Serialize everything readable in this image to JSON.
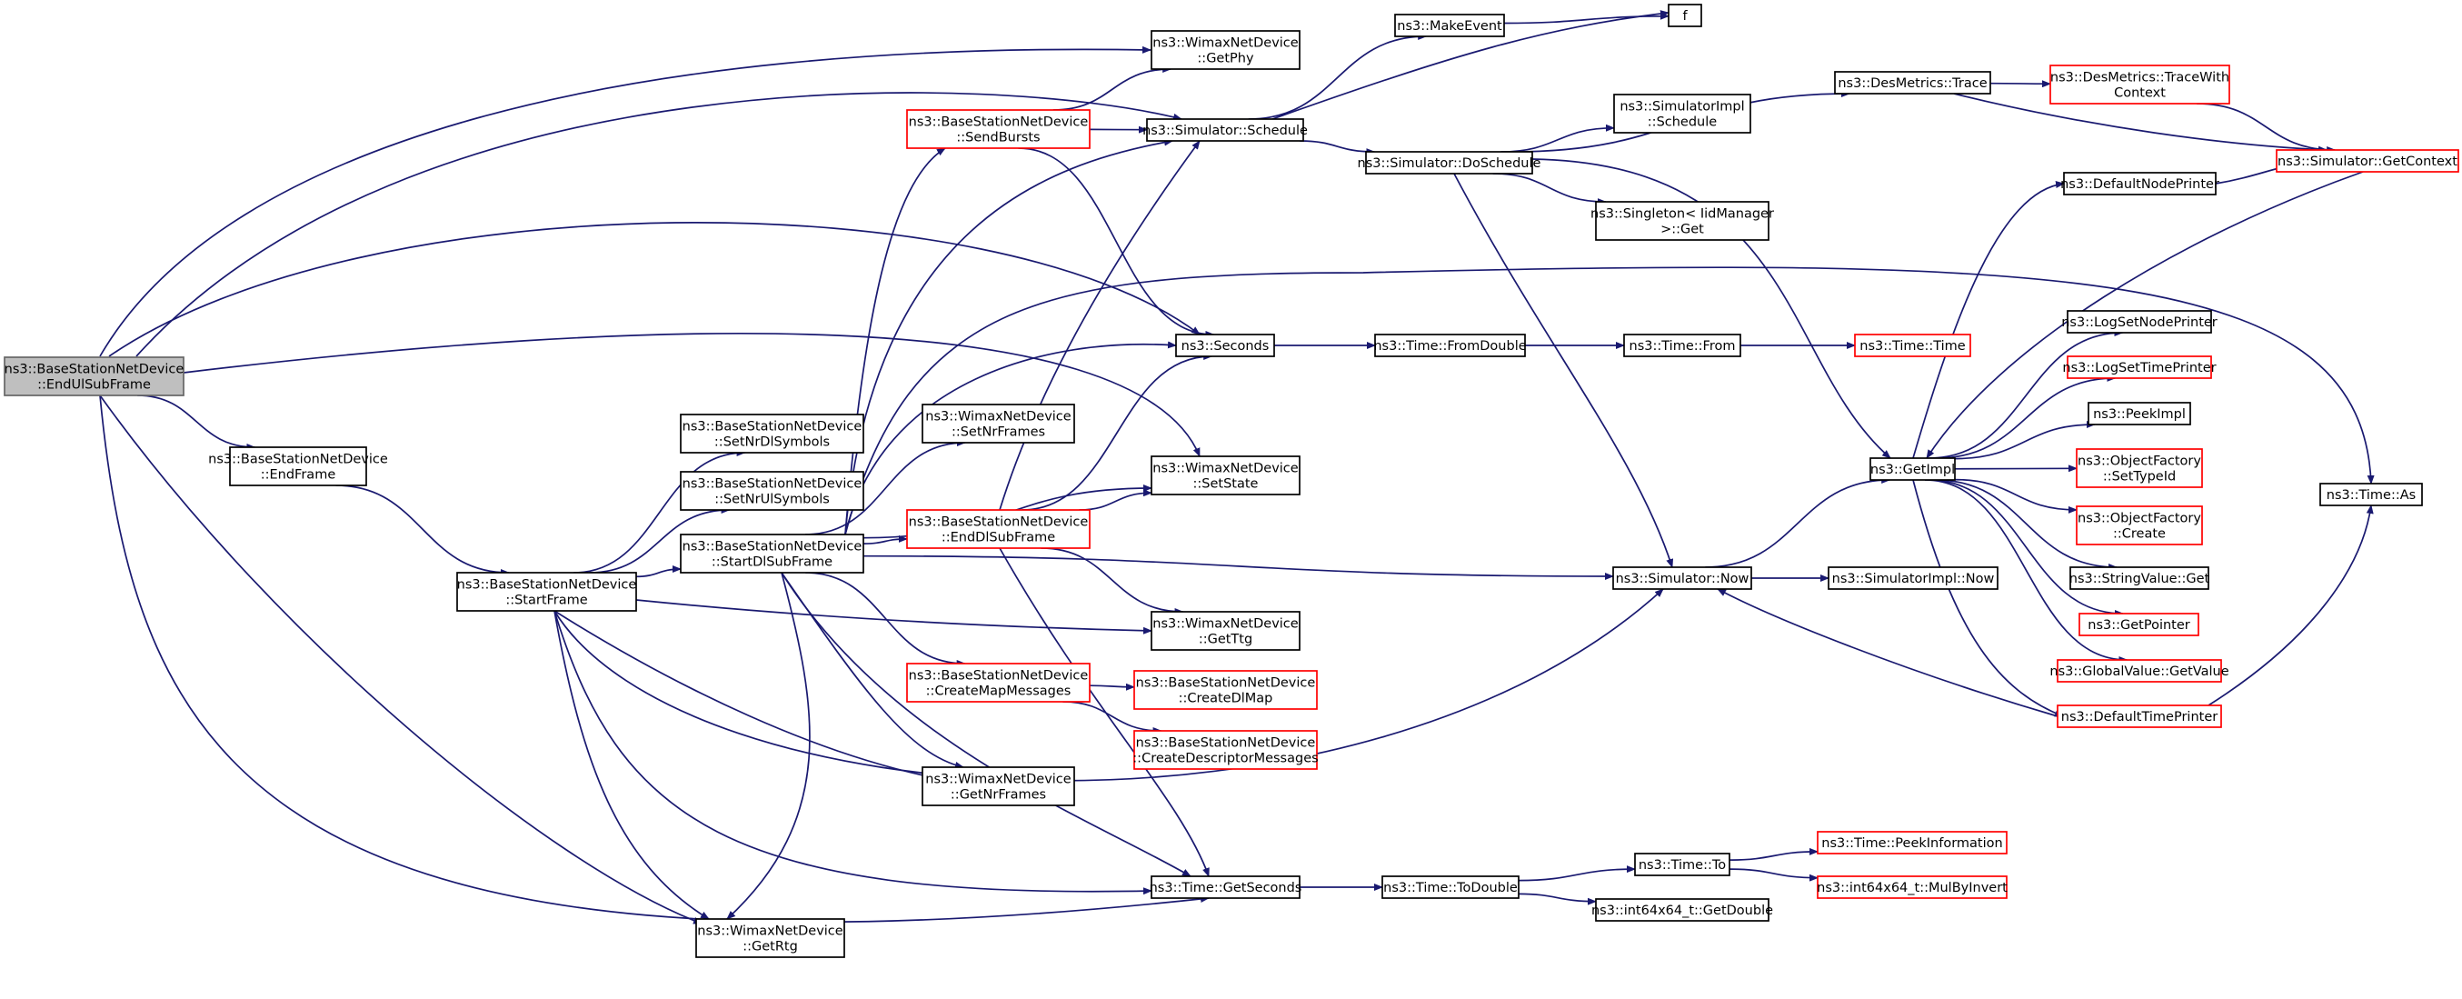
{
  "diagram": {
    "colors": {
      "background": "#ffffff",
      "edge": "#191970",
      "normal_border": "#000000",
      "truncated_border": "#ff0000",
      "root_fill": "#bfbfbf",
      "root_border": "#666666"
    },
    "nodes": [
      {
        "id": "root",
        "lines": [
          "ns3::BaseStationNetDevice",
          "::EndUlSubFrame"
        ],
        "style": "root"
      },
      {
        "id": "endframe",
        "lines": [
          "ns3::BaseStationNetDevice",
          "::EndFrame"
        ],
        "style": "normal"
      },
      {
        "id": "startframe",
        "lines": [
          "ns3::BaseStationNetDevice",
          "::StartFrame"
        ],
        "style": "normal"
      },
      {
        "id": "setnrdl",
        "lines": [
          "ns3::BaseStationNetDevice",
          "::SetNrDlSymbols"
        ],
        "style": "normal"
      },
      {
        "id": "setnrul",
        "lines": [
          "ns3::BaseStationNetDevice",
          "::SetNrUlSymbols"
        ],
        "style": "normal"
      },
      {
        "id": "startdl",
        "lines": [
          "ns3::BaseStationNetDevice",
          "::StartDlSubFrame"
        ],
        "style": "normal"
      },
      {
        "id": "getrtg",
        "lines": [
          "ns3::WimaxNetDevice",
          "::GetRtg"
        ],
        "style": "normal"
      },
      {
        "id": "sendbursts",
        "lines": [
          "ns3::BaseStationNetDevice",
          "::SendBursts"
        ],
        "style": "truncated"
      },
      {
        "id": "setnrframes",
        "lines": [
          "ns3::WimaxNetDevice",
          "::SetNrFrames"
        ],
        "style": "normal"
      },
      {
        "id": "enddl",
        "lines": [
          "ns3::BaseStationNetDevice",
          "::EndDlSubFrame"
        ],
        "style": "truncated"
      },
      {
        "id": "createmap",
        "lines": [
          "ns3::BaseStationNetDevice",
          "::CreateMapMessages"
        ],
        "style": "truncated"
      },
      {
        "id": "getnrframes",
        "lines": [
          "ns3::WimaxNetDevice",
          "::GetNrFrames"
        ],
        "style": "normal"
      },
      {
        "id": "getphy",
        "lines": [
          "ns3::WimaxNetDevice",
          "::GetPhy"
        ],
        "style": "normal"
      },
      {
        "id": "schedule",
        "lines": [
          "ns3::Simulator::Schedule"
        ],
        "style": "normal"
      },
      {
        "id": "seconds",
        "lines": [
          "ns3::Seconds"
        ],
        "style": "normal"
      },
      {
        "id": "setstate",
        "lines": [
          "ns3::WimaxNetDevice",
          "::SetState"
        ],
        "style": "normal"
      },
      {
        "id": "getttg",
        "lines": [
          "ns3::WimaxNetDevice",
          "::GetTtg"
        ],
        "style": "normal"
      },
      {
        "id": "createdlmap",
        "lines": [
          "ns3::BaseStationNetDevice",
          "::CreateDlMap"
        ],
        "style": "truncated"
      },
      {
        "id": "createdesc",
        "lines": [
          "ns3::BaseStationNetDevice",
          "::CreateDescriptorMessages"
        ],
        "style": "truncated"
      },
      {
        "id": "getseconds",
        "lines": [
          "ns3::Time::GetSeconds"
        ],
        "style": "normal"
      },
      {
        "id": "makeevent",
        "lines": [
          "ns3::MakeEvent"
        ],
        "style": "normal"
      },
      {
        "id": "f",
        "lines": [
          "f"
        ],
        "style": "normal"
      },
      {
        "id": "doschedule",
        "lines": [
          "ns3::Simulator::DoSchedule"
        ],
        "style": "normal"
      },
      {
        "id": "fromdouble",
        "lines": [
          "ns3::Time::FromDouble"
        ],
        "style": "normal"
      },
      {
        "id": "todouble",
        "lines": [
          "ns3::Time::ToDouble"
        ],
        "style": "normal"
      },
      {
        "id": "simimplsched",
        "lines": [
          "ns3::SimulatorImpl",
          "::Schedule"
        ],
        "style": "normal"
      },
      {
        "id": "singleton",
        "lines": [
          "ns3::Singleton< IidManager",
          " >::Get"
        ],
        "style": "normal"
      },
      {
        "id": "now",
        "lines": [
          "ns3::Simulator::Now"
        ],
        "style": "normal"
      },
      {
        "id": "timefrom",
        "lines": [
          "ns3::Time::From"
        ],
        "style": "normal"
      },
      {
        "id": "timeto",
        "lines": [
          "ns3::Time::To"
        ],
        "style": "normal"
      },
      {
        "id": "getdouble",
        "lines": [
          "ns3::int64x64_t::GetDouble"
        ],
        "style": "normal"
      },
      {
        "id": "desmetrics",
        "lines": [
          "ns3::DesMetrics::Trace"
        ],
        "style": "normal"
      },
      {
        "id": "timetime",
        "lines": [
          "ns3::Time::Time"
        ],
        "style": "truncated"
      },
      {
        "id": "getimpl",
        "lines": [
          "ns3::GetImpl"
        ],
        "style": "normal"
      },
      {
        "id": "simimplnow",
        "lines": [
          "ns3::SimulatorImpl::Now"
        ],
        "style": "normal"
      },
      {
        "id": "peekinfo",
        "lines": [
          "ns3::Time::PeekInformation"
        ],
        "style": "truncated"
      },
      {
        "id": "mulbyinvert",
        "lines": [
          "ns3::int64x64_t::MulByInvert"
        ],
        "style": "truncated"
      },
      {
        "id": "tracewith",
        "lines": [
          "ns3::DesMetrics::TraceWith",
          "Context"
        ],
        "style": "truncated"
      },
      {
        "id": "defnodeprinter",
        "lines": [
          "ns3::DefaultNodePrinter"
        ],
        "style": "normal"
      },
      {
        "id": "logsetnode",
        "lines": [
          "ns3::LogSetNodePrinter"
        ],
        "style": "normal"
      },
      {
        "id": "logsettime",
        "lines": [
          "ns3::LogSetTimePrinter"
        ],
        "style": "truncated"
      },
      {
        "id": "peekimpl",
        "lines": [
          "ns3::PeekImpl"
        ],
        "style": "normal"
      },
      {
        "id": "settypeid",
        "lines": [
          "ns3::ObjectFactory",
          "::SetTypeId"
        ],
        "style": "truncated"
      },
      {
        "id": "ofcreate",
        "lines": [
          "ns3::ObjectFactory",
          "::Create"
        ],
        "style": "truncated"
      },
      {
        "id": "strget",
        "lines": [
          "ns3::StringValue::Get"
        ],
        "style": "normal"
      },
      {
        "id": "getpointer",
        "lines": [
          "ns3::GetPointer"
        ],
        "style": "truncated"
      },
      {
        "id": "gvget",
        "lines": [
          "ns3::GlobalValue::GetValue"
        ],
        "style": "truncated"
      },
      {
        "id": "deftimeprinter",
        "lines": [
          "ns3::DefaultTimePrinter"
        ],
        "style": "truncated"
      },
      {
        "id": "getcontext",
        "lines": [
          "ns3::Simulator::GetContext"
        ],
        "style": "truncated"
      },
      {
        "id": "timeas",
        "lines": [
          "ns3::Time::As"
        ],
        "style": "normal"
      }
    ],
    "edges": [
      [
        "root",
        "endframe"
      ],
      [
        "root",
        "getphy"
      ],
      [
        "root",
        "schedule"
      ],
      [
        "root",
        "seconds"
      ],
      [
        "root",
        "setstate"
      ],
      [
        "root",
        "getrtg"
      ],
      [
        "root",
        "getseconds"
      ],
      [
        "endframe",
        "startframe"
      ],
      [
        "startframe",
        "setnrdl"
      ],
      [
        "startframe",
        "setnrul"
      ],
      [
        "startframe",
        "startdl"
      ],
      [
        "startframe",
        "getttg"
      ],
      [
        "startframe",
        "getnrframes"
      ],
      [
        "startframe",
        "now"
      ],
      [
        "startframe",
        "getseconds"
      ],
      [
        "startframe",
        "getrtg"
      ],
      [
        "startdl",
        "sendbursts"
      ],
      [
        "startdl",
        "schedule"
      ],
      [
        "startdl",
        "seconds"
      ],
      [
        "startdl",
        "setnrframes"
      ],
      [
        "startdl",
        "setstate"
      ],
      [
        "startdl",
        "enddl"
      ],
      [
        "startdl",
        "createmap"
      ],
      [
        "startdl",
        "getnrframes"
      ],
      [
        "startdl",
        "now"
      ],
      [
        "startdl",
        "getseconds"
      ],
      [
        "startdl",
        "timeas"
      ],
      [
        "startdl",
        "getrtg"
      ],
      [
        "sendbursts",
        "getphy"
      ],
      [
        "sendbursts",
        "schedule"
      ],
      [
        "sendbursts",
        "seconds"
      ],
      [
        "enddl",
        "schedule"
      ],
      [
        "enddl",
        "seconds"
      ],
      [
        "enddl",
        "setstate"
      ],
      [
        "enddl",
        "getttg"
      ],
      [
        "enddl",
        "getseconds"
      ],
      [
        "createmap",
        "createdlmap"
      ],
      [
        "createmap",
        "createdesc"
      ],
      [
        "schedule",
        "makeevent"
      ],
      [
        "schedule",
        "f"
      ],
      [
        "schedule",
        "doschedule"
      ],
      [
        "makeevent",
        "f"
      ],
      [
        "seconds",
        "fromdouble"
      ],
      [
        "fromdouble",
        "timefrom"
      ],
      [
        "timefrom",
        "timetime"
      ],
      [
        "getseconds",
        "todouble"
      ],
      [
        "todouble",
        "timeto"
      ],
      [
        "todouble",
        "getdouble"
      ],
      [
        "timeto",
        "peekinfo"
      ],
      [
        "timeto",
        "mulbyinvert"
      ],
      [
        "doschedule",
        "desmetrics"
      ],
      [
        "doschedule",
        "simimplsched"
      ],
      [
        "doschedule",
        "singleton"
      ],
      [
        "doschedule",
        "now"
      ],
      [
        "doschedule",
        "getimpl"
      ],
      [
        "desmetrics",
        "tracewith"
      ],
      [
        "desmetrics",
        "getcontext"
      ],
      [
        "tracewith",
        "getcontext"
      ],
      [
        "now",
        "getimpl"
      ],
      [
        "now",
        "simimplnow"
      ],
      [
        "getimpl",
        "defnodeprinter"
      ],
      [
        "getimpl",
        "logsetnode"
      ],
      [
        "getimpl",
        "logsettime"
      ],
      [
        "getimpl",
        "peekimpl"
      ],
      [
        "getimpl",
        "settypeid"
      ],
      [
        "getimpl",
        "ofcreate"
      ],
      [
        "getimpl",
        "strget"
      ],
      [
        "getimpl",
        "getpointer"
      ],
      [
        "getimpl",
        "gvget"
      ],
      [
        "getimpl",
        "deftimeprinter"
      ],
      [
        "defnodeprinter",
        "getcontext"
      ],
      [
        "getcontext",
        "getimpl"
      ],
      [
        "deftimeprinter",
        "now"
      ],
      [
        "deftimeprinter",
        "timeas"
      ]
    ]
  }
}
